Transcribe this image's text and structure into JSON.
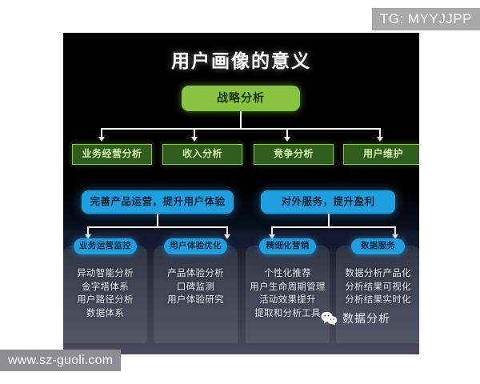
{
  "watermarks": {
    "top_right": "TG: MYYJJPP",
    "bottom_left": "www.sz-guoli.com"
  },
  "slide": {
    "title": "用户画像的意义",
    "background_color": "#000000"
  },
  "colors": {
    "green_accent": "#86c440",
    "green_box_fill": "#2f5d1d",
    "green_box_border": "#8cc63f",
    "cyan_accent": "#1e9fe0",
    "connector": "#f2f2f2",
    "panel_fill": "rgba(150,158,180,0.17)",
    "watermark_band": "#a8a8a8"
  },
  "diagram": {
    "root": {
      "label": "战略分析"
    },
    "level2": [
      {
        "label": "业务经营分析"
      },
      {
        "label": "收入分析"
      },
      {
        "label": "竞争分析"
      },
      {
        "label": "用户维护"
      }
    ],
    "level3": [
      {
        "label": "完善产品运营，提升用户体验"
      },
      {
        "label": "对外服务，提升盈利"
      }
    ],
    "columns": [
      {
        "header": "业务运营监控",
        "items": [
          "异动智能分析",
          "金字塔体系",
          "用户路径分析",
          "数据体系"
        ]
      },
      {
        "header": "用户体验优化",
        "items": [
          "产品体验分析",
          "口碑监测",
          "用户体验研究"
        ]
      },
      {
        "header": "精细化营销",
        "items": [
          "个性化推荐",
          "用户生命周期管理",
          "活动效果提升",
          "提取和分析工具"
        ]
      },
      {
        "header": "数据服务",
        "items": [
          "数据分析产品化",
          "分析结果可视化",
          "分析结果实时化"
        ]
      }
    ]
  },
  "branding": {
    "wechat_label": "数据分析",
    "wechat_icon": "wechat-icon"
  }
}
